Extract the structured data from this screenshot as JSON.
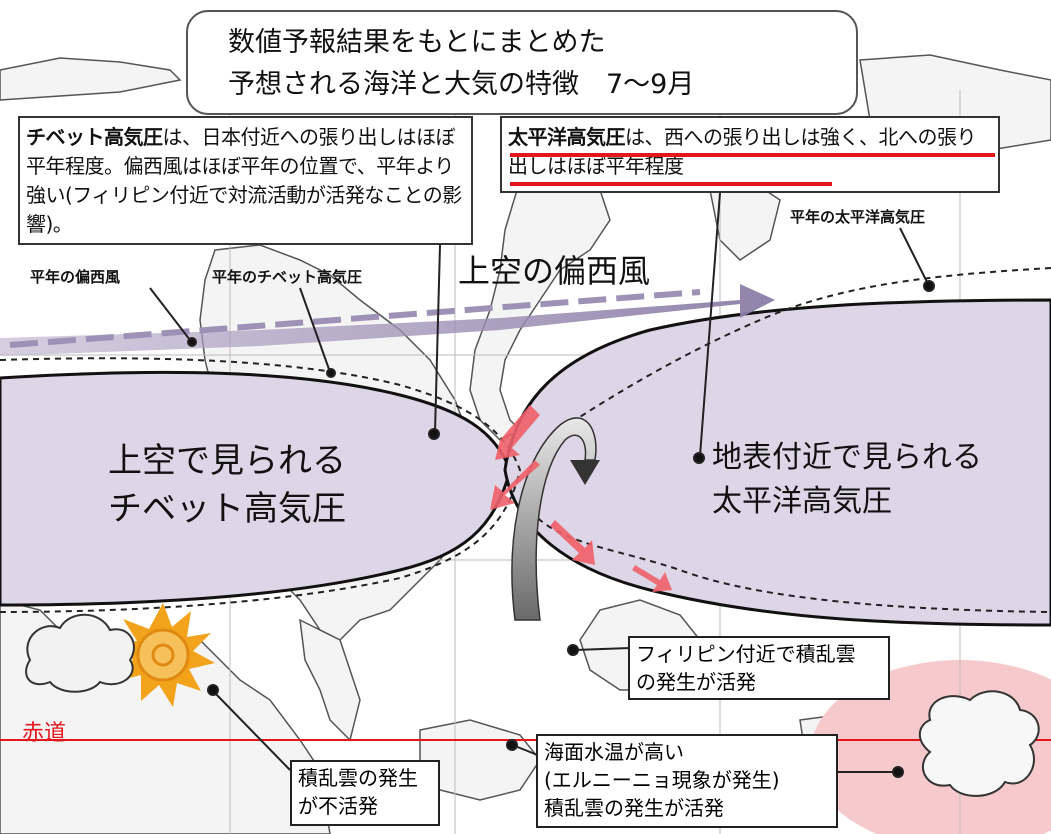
{
  "title": {
    "line1": "数値予報結果をもとにまとめた",
    "line2": "予想される海洋と大気の特徴　7～9月"
  },
  "tibet_note": {
    "bold": "チベット高気圧",
    "rest": "は、日本付近への張り出しはほぼ平年程度。偏西風はほぼ平年の位置で、平年より強い(フィリピン付近で対流活動が活発なことの影響)。"
  },
  "pacific_note": {
    "bold": "太平洋高気圧",
    "rest": "は、西への張り出しは強く、北への張り出しはほぼ平年程度"
  },
  "labels": {
    "normal_westerly": "平年の偏西風",
    "normal_tibet": "平年のチベット高気圧",
    "westerly_upper": "上空の偏西風",
    "normal_pacific": "平年の太平洋高気圧",
    "tibet_high": "上空で見られるチベット高気圧",
    "tibet_high_line1": "上空で見られる",
    "tibet_high_line2": "チベット高気圧",
    "pacific_high_line1": "地表付近で見られる",
    "pacific_high_line2": "太平洋高気圧",
    "equator": "赤道"
  },
  "callouts": {
    "philippines": [
      "フィリピン付近で積乱雲",
      "の発生が活発"
    ],
    "indian": [
      "積乱雲の発生",
      "が不活発"
    ],
    "sst": [
      "海面水温が高い",
      "(エルニーニョ現象が発生)",
      "積乱雲の発生が活発"
    ]
  },
  "colors": {
    "high_fill": "#dcd6e6",
    "high_stroke": "#111111",
    "arrow_purple": "#8a7ca6",
    "red_arrow": "#f0606a",
    "equator": "#e3161d",
    "warm_sst": "#f6c9cc"
  }
}
